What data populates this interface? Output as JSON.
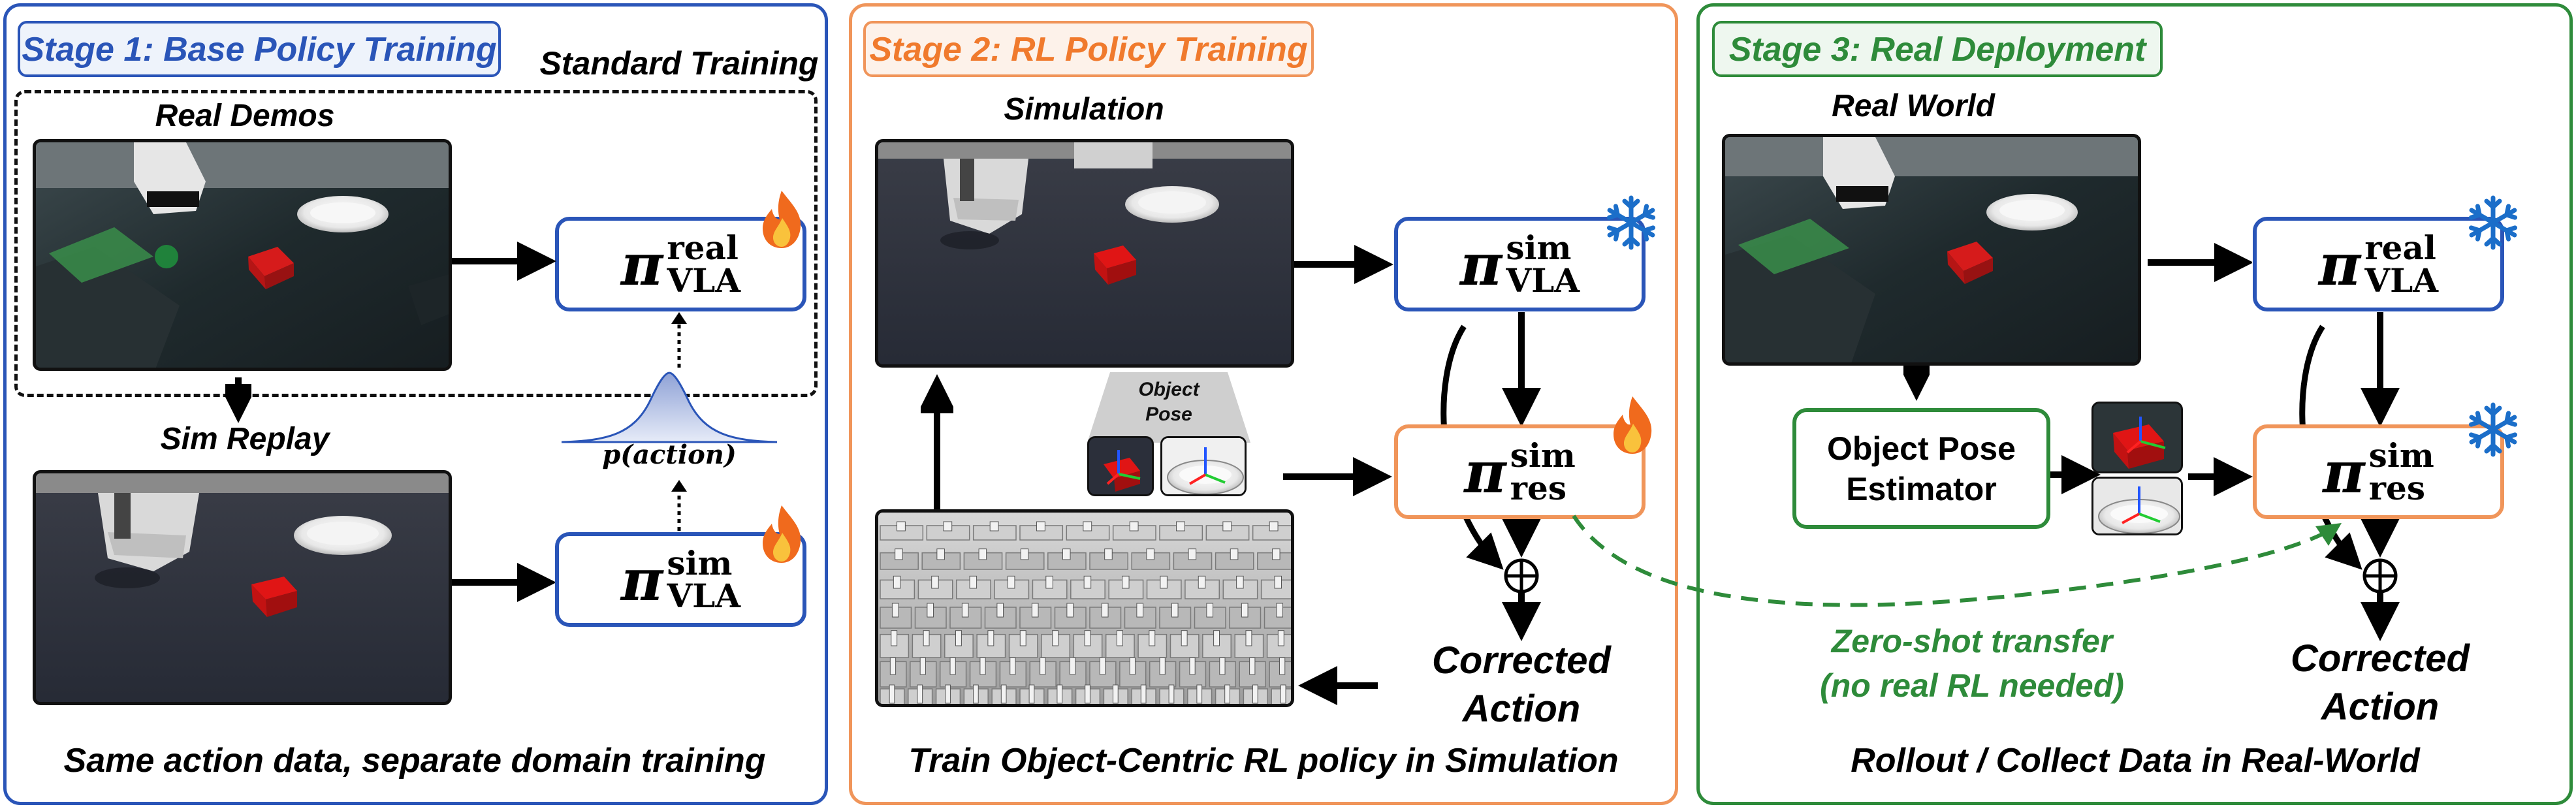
{
  "colors": {
    "stage1": "#2a55b8",
    "stage2": "#f0955a",
    "stage3": "#2e8b3a",
    "fire": "#f06a1d",
    "snow": "#1b6ec9",
    "transfer": "#2e8b3a"
  },
  "stage1": {
    "title": "Stage 1: Base Policy Training",
    "standard_training": "Standard Training",
    "real_demos": "Real Demos",
    "sim_replay": "Sim Replay",
    "policy_real": {
      "symbol": "π",
      "sup": "real",
      "sub": "VLA",
      "status_icon": "fire-icon"
    },
    "policy_sim": {
      "symbol": "π",
      "sup": "sim",
      "sub": "VLA",
      "status_icon": "fire-icon"
    },
    "distribution_label": "p(action)",
    "caption": "Same action data, separate domain training"
  },
  "stage2": {
    "title": "Stage 2: RL Policy Training",
    "simulation": "Simulation",
    "object_pose_line1": "Object",
    "object_pose_line2": "Pose",
    "policy_vla": {
      "symbol": "π",
      "sup": "sim",
      "sub": "VLA",
      "status_icon": "snowflake-icon"
    },
    "policy_res": {
      "symbol": "π",
      "sup": "sim",
      "sub": "res",
      "status_icon": "fire-icon"
    },
    "corrected_line1": "Corrected",
    "corrected_line2": "Action",
    "caption": "Train Object-Centric RL policy in Simulation"
  },
  "stage3": {
    "title": "Stage 3: Real Deployment",
    "real_world": "Real World",
    "estimator_line1": "Object Pose",
    "estimator_line2": "Estimator",
    "policy_vla": {
      "symbol": "π",
      "sup": "real",
      "sub": "VLA",
      "status_icon": "snowflake-icon"
    },
    "policy_res": {
      "symbol": "π",
      "sup": "sim",
      "sub": "res",
      "status_icon": "snowflake-icon"
    },
    "transfer_line1": "Zero-shot transfer",
    "transfer_line2": "(no real RL needed)",
    "corrected_line1": "Corrected",
    "corrected_line2": "Action",
    "caption": "Rollout / Collect Data in Real-World"
  }
}
